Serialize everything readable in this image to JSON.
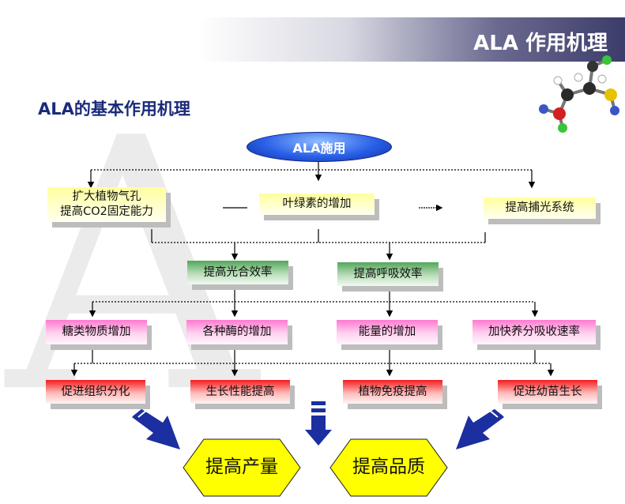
{
  "header": {
    "title": "ALA 作用机理"
  },
  "subtitle": "ALA的基本作用机理",
  "root": "ALA施用",
  "row1": [
    "扩大植物气孔",
    "提高CO2固定能力",
    "叶绿素的增加",
    "提高捕光系统"
  ],
  "row2": [
    "提高光合效率",
    "提高呼吸效率"
  ],
  "row3": [
    "糖类物质增加",
    "各种酶的增加",
    "能量的增加",
    "加快养分吸收速率"
  ],
  "row4": [
    "促进组织分化",
    "生长性能提高",
    "植物免疫提高",
    "促进幼苗生长"
  ],
  "results": [
    "提高产量",
    "提高品质"
  ],
  "colors": {
    "header_dark": "#3c3c6a",
    "subtitle": "#1a2a7a",
    "root": "#2a60e8",
    "arrow": "#1b2fa0",
    "hexagon": "#ffff00"
  },
  "icons": [
    "molecule-icon",
    "big-arrow-icon",
    "watermark-letter-a"
  ]
}
